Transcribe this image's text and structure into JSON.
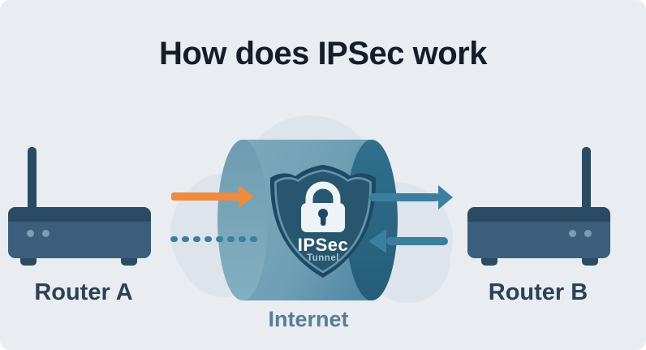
{
  "title": "How does IPSec work",
  "diagram": {
    "left_router": {
      "label": "Router A"
    },
    "right_router": {
      "label": "Router B"
    },
    "internet_label": "Internet",
    "shield": {
      "title": "IPSec",
      "subtitle": "Tunnel"
    },
    "icons": [
      "router-icon",
      "cloud-icon",
      "tunnel-cylinder-icon",
      "shield-icon",
      "lock-icon",
      "plain-traffic-arrow-icon",
      "encrypted-dashed-line-icon",
      "forward-arrow-icon",
      "return-arrow-icon"
    ]
  },
  "colors": {
    "background": "#e9edf1",
    "title": "#161d29",
    "cloud": "#dee4eb",
    "tunnel_left": "#82b0c1",
    "tunnel_body_a": "#7fa9bc",
    "tunnel_body_b": "#4e85a3",
    "tunnel_right_a": "#306f8d",
    "tunnel_right_b": "#255d79",
    "shield": "#1e4863",
    "shield_inner": "#28566e",
    "shield_outline": "#5f95ae",
    "lock": "#edf3f7",
    "orange": "#ee8b3e",
    "teal": "#3c7e9d",
    "router_body": "#3d5e7a",
    "router_dark": "#2b4a63",
    "router_led": "#7e9db3",
    "router_label": "#2c4156",
    "internet_label": "#5b7c97"
  }
}
